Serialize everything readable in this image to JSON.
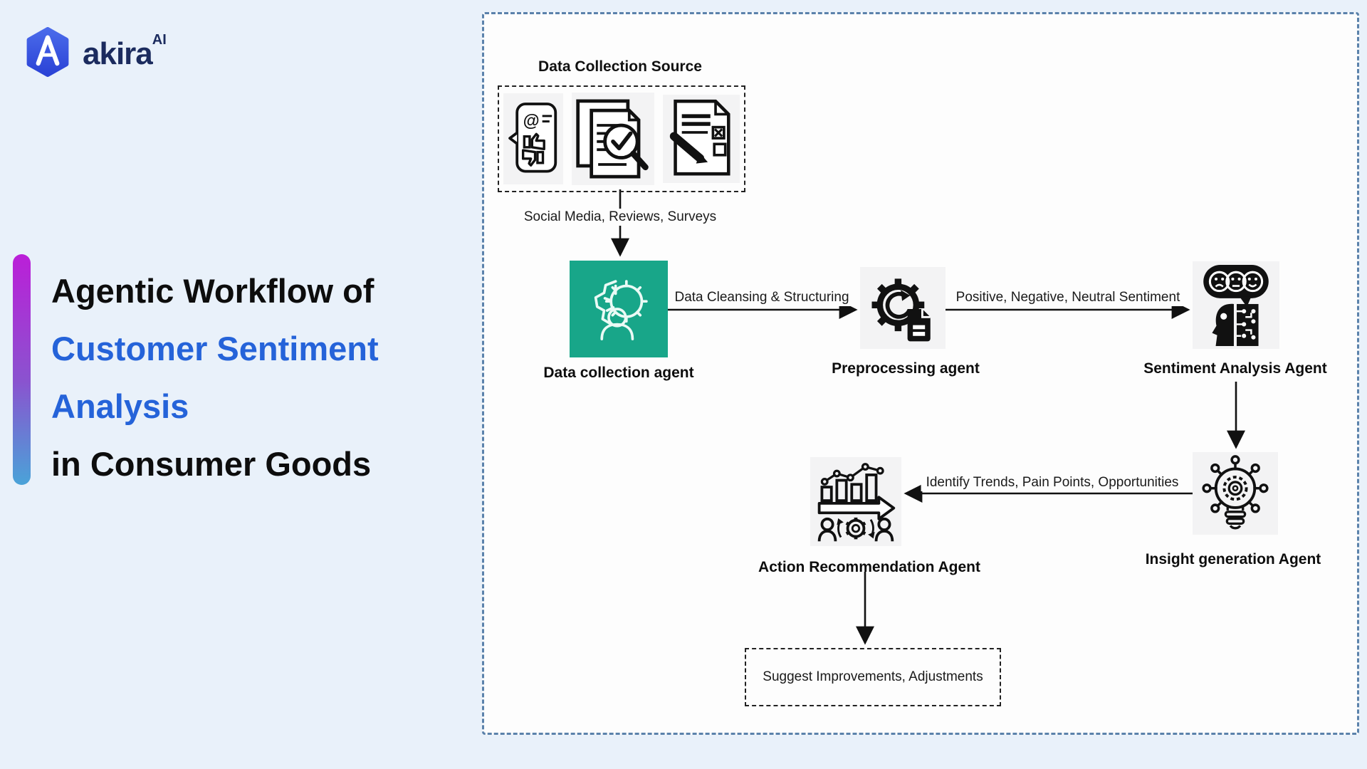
{
  "logo": {
    "brand": "akira",
    "superscript": "AI"
  },
  "title": {
    "line1": "Agentic Workflow of",
    "line2": "Customer Sentiment",
    "line3": "Analysis",
    "line4": "in Consumer Goods"
  },
  "colors": {
    "page_background": "#e9f1fa",
    "container_border_blue": "#5b82ab",
    "agent_green": "#18a689",
    "title_accent_blue": "#2563d9",
    "gradient_bar_top": "#bb1fd8",
    "gradient_bar_bottom": "#4aa3d8",
    "logo_navy": "#1b2b5e"
  },
  "diagram": {
    "source": {
      "title": "Data Collection Source",
      "icons": [
        {
          "name": "social-media-icon"
        },
        {
          "name": "reviews-icon"
        },
        {
          "name": "survey-icon"
        }
      ]
    },
    "nodes": [
      {
        "label": "Data collection agent"
      },
      {
        "label": "Preprocessing agent"
      },
      {
        "label": "Sentiment Analysis Agent"
      },
      {
        "label": "Insight generation Agent"
      },
      {
        "label": "Action Recommendation Agent"
      }
    ],
    "edges": [
      {
        "label": "Social Media, Reviews, Surveys"
      },
      {
        "label": "Data Cleansing & Structuring"
      },
      {
        "label": "Positive, Negative, Neutral Sentiment"
      },
      {
        "label": "Identify Trends, Pain Points, Opportunities"
      }
    ],
    "output": {
      "label": "Suggest Improvements, Adjustments"
    }
  }
}
